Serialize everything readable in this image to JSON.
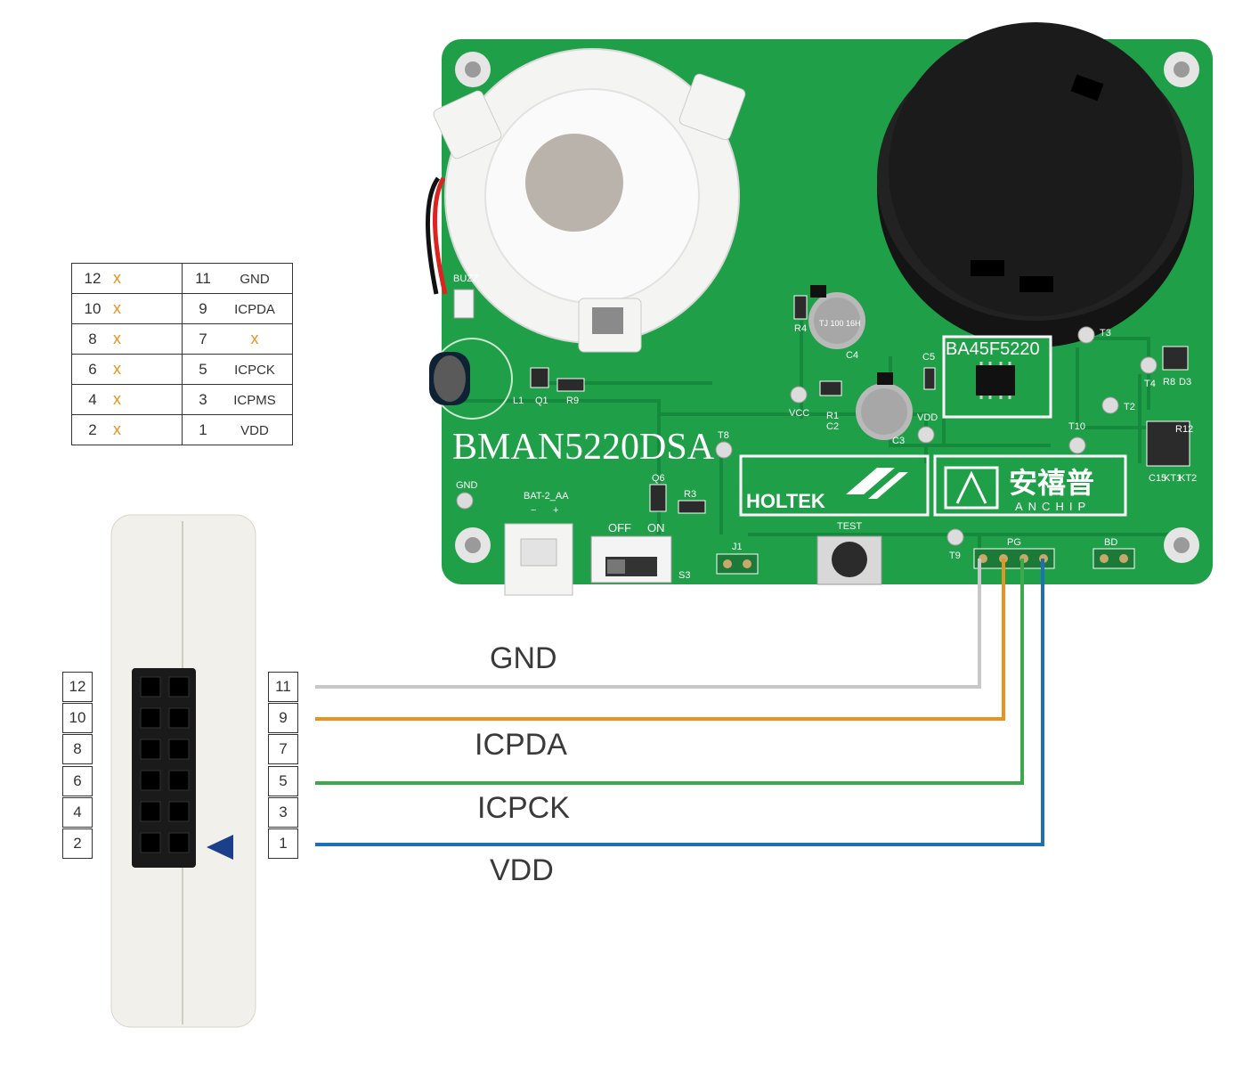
{
  "board": {
    "name": "BMAN5220DSA",
    "chip": "BA45F5220",
    "brand_left": "HOLTEK",
    "brand_right_cn": "安禧普",
    "brand_right_en": "ANCHIP",
    "silk": {
      "buzz": "BUZZ",
      "bat": "BAT-2_AA",
      "bat_minus": "−",
      "bat_plus": "+",
      "off": "OFF",
      "on": "ON",
      "s3": "S3",
      "j1": "J1",
      "test": "TEST",
      "pg": "PG",
      "bd": "BD",
      "gnd": "GND",
      "vcc": "VCC",
      "vdd": "VDD",
      "l1": "L1",
      "q1": "Q1",
      "r9": "R9",
      "r4": "R4",
      "c4": "C4",
      "r1": "R1",
      "c2": "C2",
      "c3": "C3",
      "c5": "C5",
      "t3": "T3",
      "t2": "T2",
      "t4": "T4",
      "r8": "R8",
      "d3": "D3",
      "t10": "T10",
      "r12": "R12",
      "c15": "C15",
      "kt1": "KT1",
      "kt2": "KT2",
      "t8": "T8",
      "q6": "Q6",
      "r3": "R3",
      "t9": "T9",
      "cap_marking": "TJ 100 16H"
    }
  },
  "pin_table": [
    {
      "left_num": "12",
      "left_sig": "x",
      "right_num": "11",
      "right_sig": "GND"
    },
    {
      "left_num": "10",
      "left_sig": "x",
      "right_num": "9",
      "right_sig": "ICPDA"
    },
    {
      "left_num": "8",
      "left_sig": "x",
      "right_num": "7",
      "right_sig": "x"
    },
    {
      "left_num": "6",
      "left_sig": "x",
      "right_num": "5",
      "right_sig": "ICPCK"
    },
    {
      "left_num": "4",
      "left_sig": "x",
      "right_num": "3",
      "right_sig": "ICPMS"
    },
    {
      "left_num": "2",
      "left_sig": "x",
      "right_num": "1",
      "right_sig": "VDD"
    }
  ],
  "connector": {
    "left_pins": [
      "12",
      "10",
      "8",
      "6",
      "4",
      "2"
    ],
    "right_pins": [
      "11",
      "9",
      "7",
      "5",
      "3",
      "1"
    ]
  },
  "wires": [
    {
      "label": "GND",
      "color": "#c8c8c8"
    },
    {
      "label": "ICPDA",
      "color": "#e8931e"
    },
    {
      "label": "ICPCK",
      "color": "#3aaa4a"
    },
    {
      "label": "VDD",
      "color": "#1f6fb4"
    }
  ],
  "colors": {
    "pcb": "#1e9f48",
    "pcb_trace": "#168a3c",
    "x_mark": "#e8931e"
  }
}
